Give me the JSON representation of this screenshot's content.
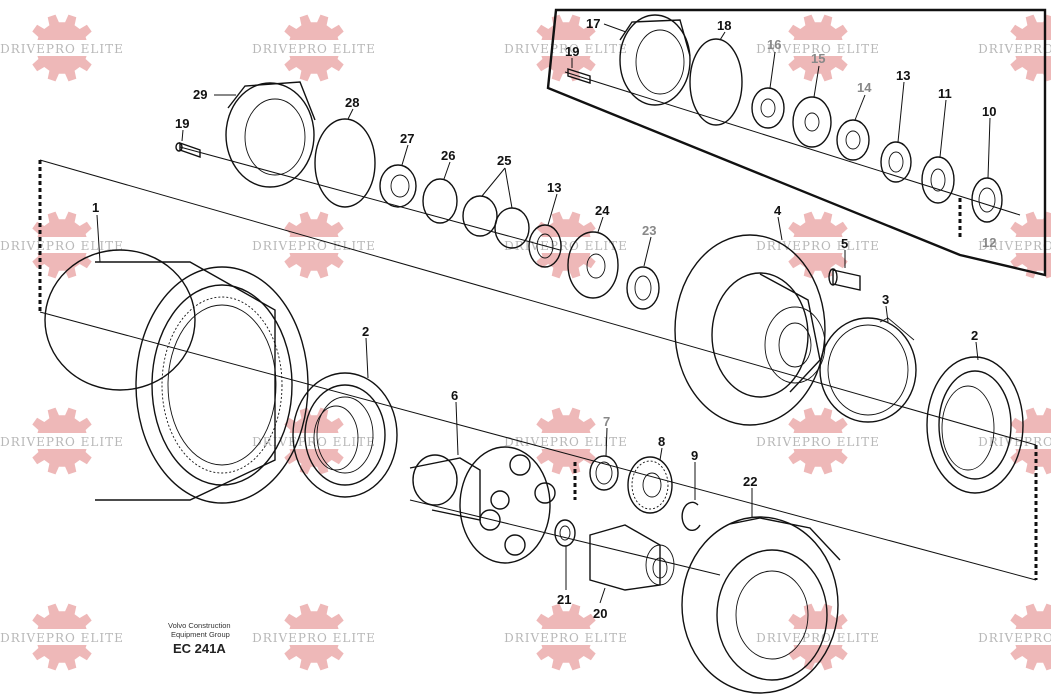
{
  "watermark": {
    "text": "DRIVEPRO ELITE",
    "gear_color": "#e8a0a0",
    "text_color": "#b8b8b8"
  },
  "brand": {
    "line1": "Volvo Construction",
    "line2": "Equipment Group",
    "code": "EC 241A"
  },
  "callouts": [
    {
      "id": "1",
      "label": "1"
    },
    {
      "id": "2a",
      "label": "2"
    },
    {
      "id": "2b",
      "label": "2"
    },
    {
      "id": "3",
      "label": "3"
    },
    {
      "id": "4",
      "label": "4"
    },
    {
      "id": "5",
      "label": "5"
    },
    {
      "id": "6",
      "label": "6"
    },
    {
      "id": "7",
      "label": "7"
    },
    {
      "id": "8",
      "label": "8"
    },
    {
      "id": "9",
      "label": "9"
    },
    {
      "id": "10",
      "label": "10"
    },
    {
      "id": "11",
      "label": "11"
    },
    {
      "id": "12",
      "label": "12"
    },
    {
      "id": "13a",
      "label": "13"
    },
    {
      "id": "13b",
      "label": "13"
    },
    {
      "id": "14",
      "label": "14"
    },
    {
      "id": "15",
      "label": "15"
    },
    {
      "id": "16",
      "label": "16"
    },
    {
      "id": "17",
      "label": "17"
    },
    {
      "id": "18",
      "label": "18"
    },
    {
      "id": "19a",
      "label": "19"
    },
    {
      "id": "19b",
      "label": "19"
    },
    {
      "id": "20",
      "label": "20"
    },
    {
      "id": "21",
      "label": "21"
    },
    {
      "id": "22",
      "label": "22"
    },
    {
      "id": "23",
      "label": "23"
    },
    {
      "id": "24",
      "label": "24"
    },
    {
      "id": "25",
      "label": "25"
    },
    {
      "id": "26",
      "label": "26"
    },
    {
      "id": "27",
      "label": "27"
    },
    {
      "id": "28",
      "label": "28"
    },
    {
      "id": "29",
      "label": "29"
    }
  ]
}
